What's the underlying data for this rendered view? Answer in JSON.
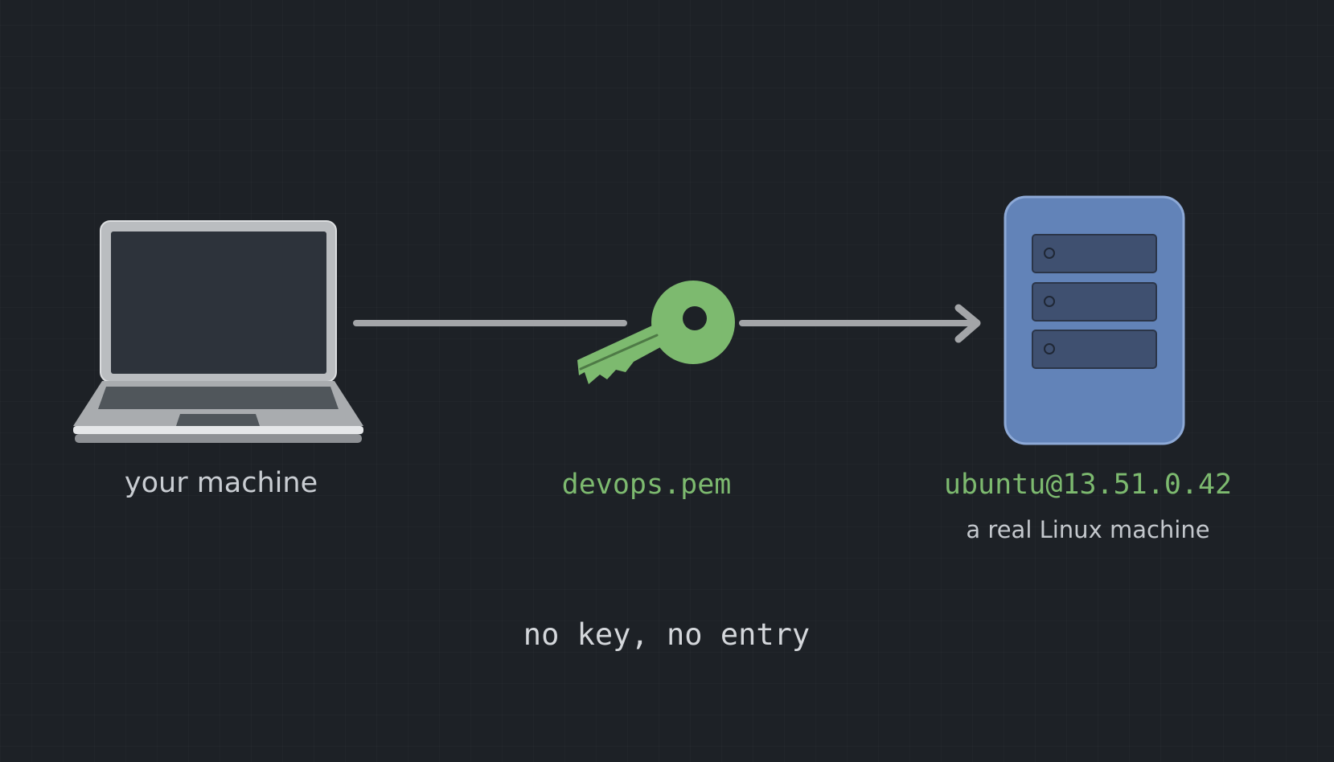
{
  "diagram": {
    "laptop": {
      "label": "your machine",
      "icon": "laptop-icon"
    },
    "key": {
      "label": "devops.pem",
      "icon": "key-icon",
      "color": "#7dba6f"
    },
    "server": {
      "label": "ubuntu@13.51.0.42",
      "sublabel": "a real Linux machine",
      "icon": "server-icon",
      "color": "#6283b8"
    },
    "caption": "no key, no entry",
    "colors": {
      "background": "#1d2126",
      "connector": "#a3a5a8",
      "accent_green": "#7dba6f"
    }
  }
}
